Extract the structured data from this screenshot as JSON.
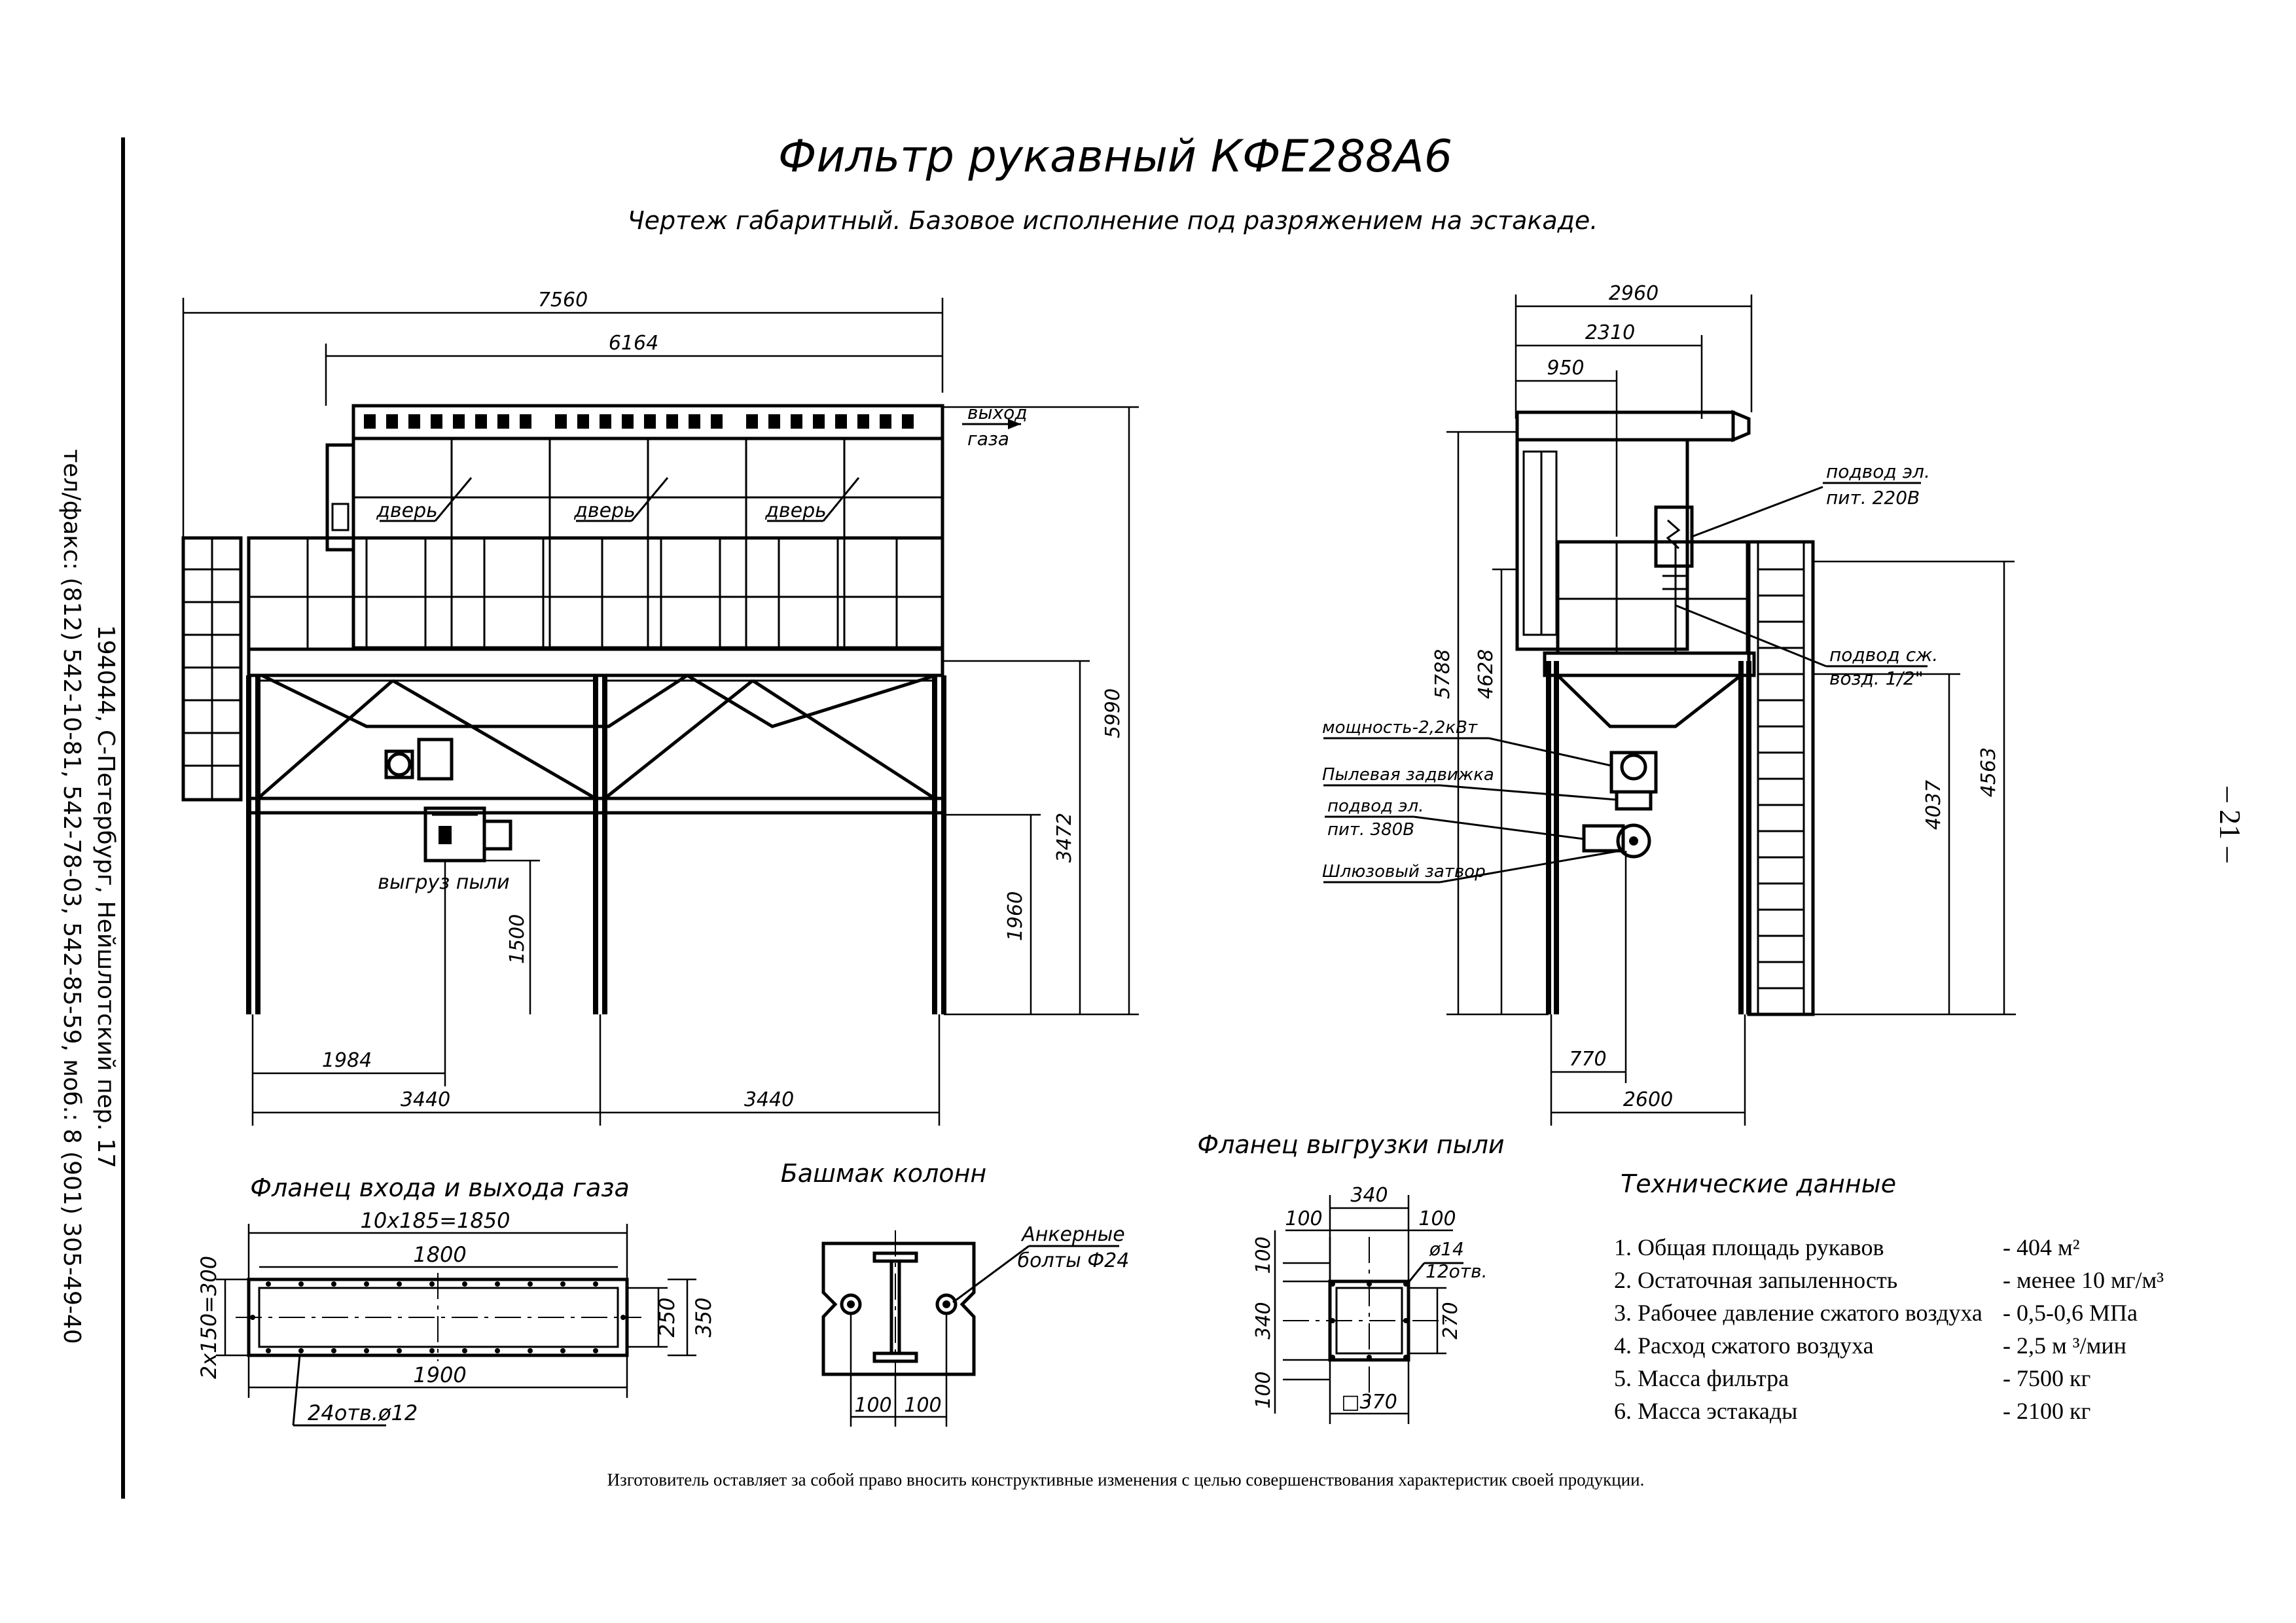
{
  "header": {
    "title": "Фильтр рукавный КФЕ288А6",
    "subtitle": "Чертеж габаритный. Базовое исполнение под разряжением на эстакаде."
  },
  "sidebar": {
    "address": "194044, С-Петербург, Нейшлотский пер. 17",
    "phones": "тел/факс: (812) 542-10-81, 542-78-03, 542-85-59, моб.: 8 (901) 305-49-40"
  },
  "page_number": "– 21 –",
  "front_view": {
    "dims": {
      "overall_length": "7560",
      "body_length": "6164",
      "total_height": "5990",
      "platform_height": "3472",
      "discharge_height": "1960",
      "outlet_height": "1500",
      "offset": "1984",
      "span_left": "3440",
      "span_right": "3440"
    },
    "labels": {
      "gas_outlet_1": "выход",
      "gas_outlet_2": "газа",
      "door_1": "дверь",
      "door_2": "дверь",
      "door_3": "дверь",
      "dust_discharge": "выгруз пыли"
    }
  },
  "side_view": {
    "dims": {
      "width_top": "2960",
      "width_mid": "2310",
      "width_small": "950",
      "height_total": "5788",
      "height_body": "4628",
      "height_platform": "4037",
      "height_ladder": "4563",
      "offset_bottom": "770",
      "width_base": "2600"
    },
    "labels": {
      "power_220_1": "подвод эл.",
      "power_220_2": "пит. 220В",
      "air_1": "подвод сж.",
      "air_2": "возд. 1/2\"",
      "motor_power": "мощность-2,2кВт",
      "dust_valve": "Пылевая задвижка",
      "power_380_1": "подвод эл.",
      "power_380_2": "пит. 380В",
      "sluice": "Шлюзовый затвор"
    }
  },
  "gas_flange": {
    "title": "Фланец входа и выхода газа",
    "dim_top": "10x185=1850",
    "dim_inner": "1800",
    "dim_outer": "1900",
    "dim_left": "2x150=300",
    "dim_h_inner": "250",
    "dim_h_outer": "350",
    "holes": "24отв.ø12"
  },
  "column_shoe": {
    "title": "Башмак колонн",
    "anchor_1": "Анкерные",
    "anchor_2": "болты Ф24",
    "dim_left": "100",
    "dim_right": "100"
  },
  "dust_flange": {
    "title": "Фланец выгрузки пыли",
    "dim_top_1": "340",
    "dim_top_2": "100",
    "dim_top_3": "100",
    "dim_left_1": "100",
    "dim_left_2": "340",
    "dim_left_3": "100",
    "holes_1": "ø14",
    "holes_2": "12отв.",
    "dim_inner": "270",
    "dim_bottom": "□370"
  },
  "tech_data": {
    "title": "Технические данные",
    "rows": [
      {
        "name": "1. Общая площадь рукавов",
        "value": "- 404 м²"
      },
      {
        "name": "2. Остаточная запыленность",
        "value": "- менее 10 мг/м³"
      },
      {
        "name": "3. Рабочее давление сжатого воздуха",
        "value": "- 0,5-0,6 МПа"
      },
      {
        "name": "4. Расход сжатого воздуха",
        "value": "- 2,5 м ³/мин"
      },
      {
        "name": "5. Масса фильтра",
        "value": "- 7500 кг"
      },
      {
        "name": "6. Масса эстакады",
        "value": "- 2100 кг"
      }
    ]
  },
  "footer": {
    "note": "Изготовитель оставляет за собой право вносить конструктивные изменения с целью совершенствования характеристик своей продукции."
  }
}
